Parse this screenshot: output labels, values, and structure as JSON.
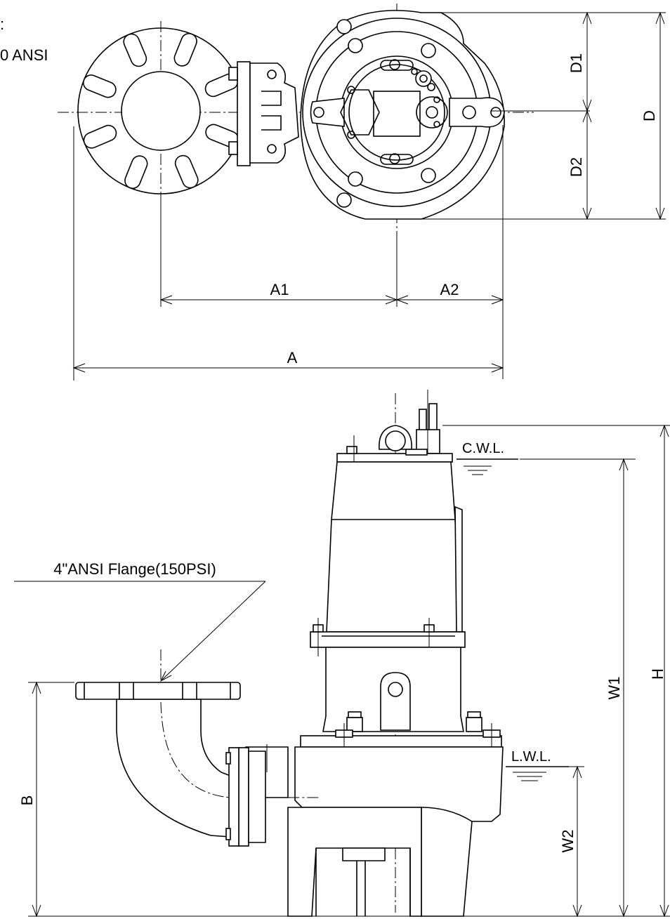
{
  "top_note": {
    "line1": ":",
    "line2": "0 ANSI"
  },
  "dimensions": {
    "A": "A",
    "A1": "A1",
    "A2": "A2",
    "D": "D",
    "D1": "D1",
    "D2": "D2",
    "H": "H",
    "W1": "W1",
    "W2": "W2",
    "B": "B"
  },
  "water_levels": {
    "cwl": "C.W.L.",
    "lwl": "L.W.L."
  },
  "callout": {
    "flange": "4\"ANSI Flange(150PSI)"
  }
}
